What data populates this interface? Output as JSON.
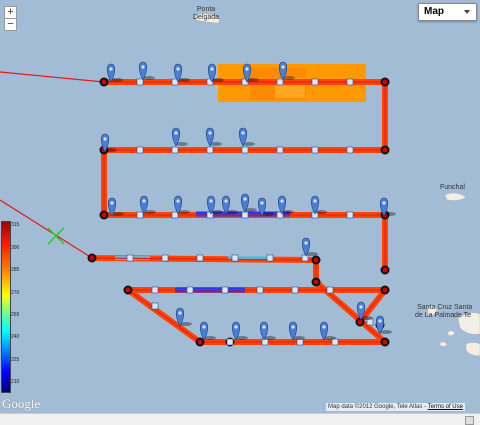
{
  "controls": {
    "zoom_in": "+",
    "zoom_out": "−",
    "map_type": "Map"
  },
  "places": [
    {
      "id": "ponta-delgada",
      "label": "Ponta\nDelgada"
    },
    {
      "id": "funchal",
      "label": "Funchal"
    },
    {
      "id": "santa-cruz",
      "label": "Santa Cruz\nde La Palma"
    },
    {
      "id": "santa-partial",
      "label": "Santa\nde Te"
    }
  ],
  "legend": {
    "ticks": [
      "315",
      "300",
      "285",
      "270",
      "255",
      "240",
      "225",
      "210"
    ]
  },
  "logo": "Google",
  "attribution": {
    "text": "Map data ©2012 Google, Tele Atlas - ",
    "link": "Terms of Use"
  },
  "colors": {
    "water": "#a3bcd6",
    "land": "#f2efe9",
    "track_line": "#e31a1c",
    "fill_main": "#ff4400",
    "fill_alt": "#ff9900",
    "pin": "#4a7fd4",
    "node": "#cc0000"
  }
}
